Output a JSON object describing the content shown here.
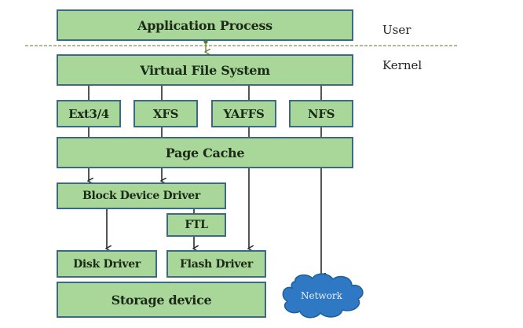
{
  "diagram": {
    "title": "Linux storage stack",
    "layers": {
      "user_label": "User",
      "kernel_label": "Kernel"
    },
    "nodes": {
      "application_process": "Application Process",
      "vfs": "Virtual File System",
      "ext34": "Ext3/4",
      "xfs": "XFS",
      "yaffs": "YAFFS",
      "nfs": "NFS",
      "page_cache": "Page Cache",
      "block_device_driver": "Block Device Driver",
      "ftl": "FTL",
      "disk_driver": "Disk Driver",
      "flash_driver": "Flash Driver",
      "storage_device": "Storage device",
      "network": "Network"
    },
    "edges": [
      {
        "from": "Application Process",
        "to": "Virtual File System"
      },
      {
        "from": "Virtual File System",
        "to": "Ext3/4"
      },
      {
        "from": "Virtual File System",
        "to": "XFS"
      },
      {
        "from": "Virtual File System",
        "to": "YAFFS"
      },
      {
        "from": "Virtual File System",
        "to": "NFS"
      },
      {
        "from": "Ext3/4",
        "to": "Page Cache"
      },
      {
        "from": "XFS",
        "to": "Page Cache"
      },
      {
        "from": "YAFFS",
        "to": "Page Cache"
      },
      {
        "from": "NFS",
        "to": "Page Cache"
      },
      {
        "from": "Page Cache",
        "to": "Block Device Driver"
      },
      {
        "from": "Page Cache",
        "to": "Flash Driver"
      },
      {
        "from": "Page Cache",
        "to": "Network"
      },
      {
        "from": "Block Device Driver",
        "to": "Disk Driver"
      },
      {
        "from": "Block Device Driver",
        "to": "FTL"
      },
      {
        "from": "FTL",
        "to": "Flash Driver"
      }
    ],
    "colors": {
      "box_fill": "#a9d79a",
      "box_border": "#3c6a84",
      "cloud_fill": "#2f78c4",
      "line": "#2b2b2b",
      "boundary_dash": "#8a8a60"
    }
  }
}
